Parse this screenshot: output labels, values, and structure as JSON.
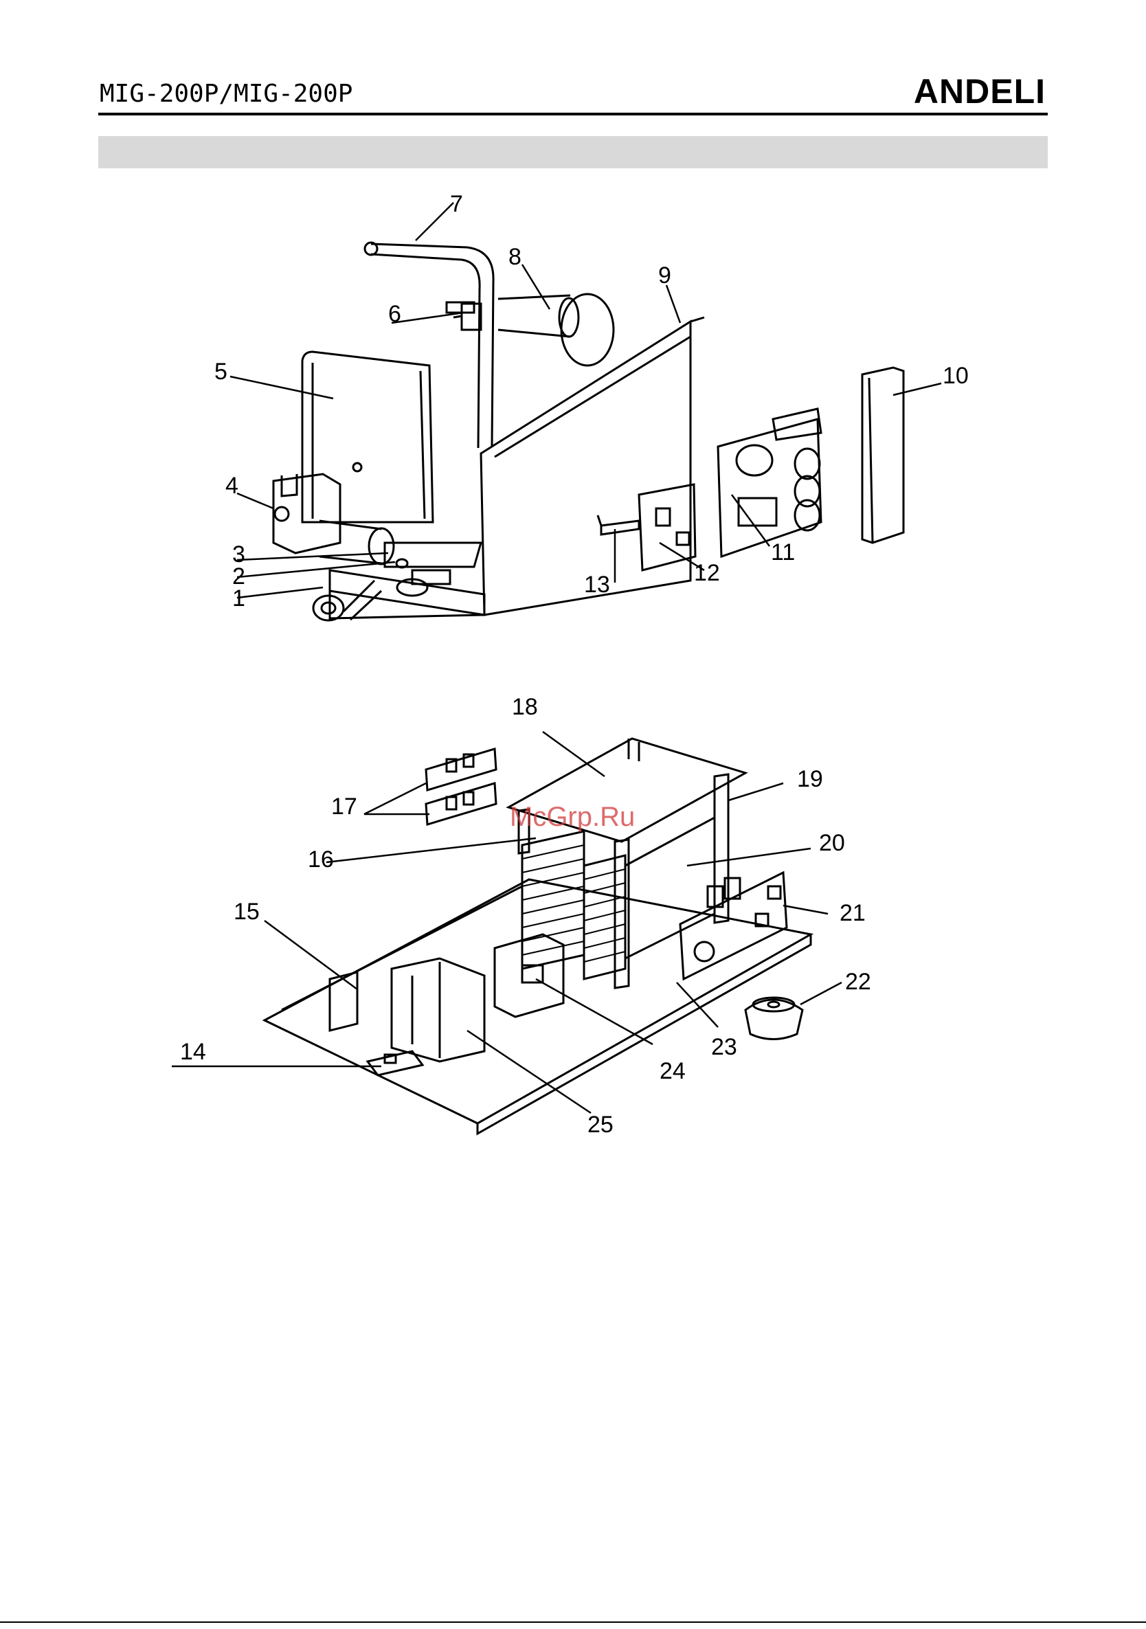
{
  "header": {
    "title": "MIG-200P/MIG-200P",
    "brand": "ANDELI"
  },
  "diagram": {
    "watermark": "McGrp.Ru",
    "callouts": [
      "1",
      "2",
      "3",
      "4",
      "5",
      "6",
      "7",
      "8",
      "9",
      "10",
      "11",
      "12",
      "13",
      "14",
      "15",
      "16",
      "17",
      "18",
      "19",
      "20",
      "21",
      "22",
      "23",
      "24",
      "25"
    ]
  }
}
